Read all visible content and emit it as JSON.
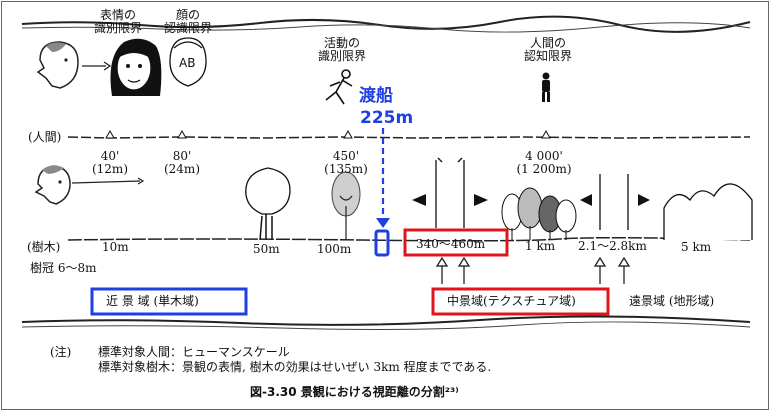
{
  "labels": {
    "face_expression_line1": "表情の",
    "face_expression_line2": "識別限界",
    "face_recog_line1": "顔の",
    "face_recog_line2": "認識限界",
    "activity_line1": "活動の",
    "activity_line2": "識別限界",
    "human_line1": "人間の",
    "human_line2": "認知限界",
    "ab_text": "AB",
    "ferry_name": "渡船",
    "ferry_distance": "225m",
    "row_human": "(人間)",
    "row_tree": "(樹木)",
    "tree_crown": "樹冠 6～8m",
    "h40_ft": "40'",
    "h40_m": "(12m)",
    "h80_ft": "80'",
    "h80_m": "(24m)",
    "h450_ft": "450'",
    "h450_m": "(135m)",
    "h4000_ft": "4 000'",
    "h4000_m": "(1 200m)",
    "d10": "10m",
    "d50": "50m",
    "d100": "100m",
    "d340": "340～460m",
    "d1k": "1 km",
    "d2k": "2.1～2.8km",
    "d5k": "5 km",
    "zone_near": "近 景 域 (単木域)",
    "zone_mid": "中景域(テクスチュア域)",
    "zone_far": "遠景域 (地形域)",
    "note_prefix": "(注)",
    "note_line1": "標準対象人間：ヒューマンスケール",
    "note_line2": "標準対象樹木：景観の表情, 樹木の効果はせいぜい 3km 程度までである.",
    "caption": "図-3.30 景観における視距離の分割²³⁾"
  },
  "colors": {
    "highlight_blue": "#1f3fe0",
    "highlight_red": "#e0141c"
  }
}
